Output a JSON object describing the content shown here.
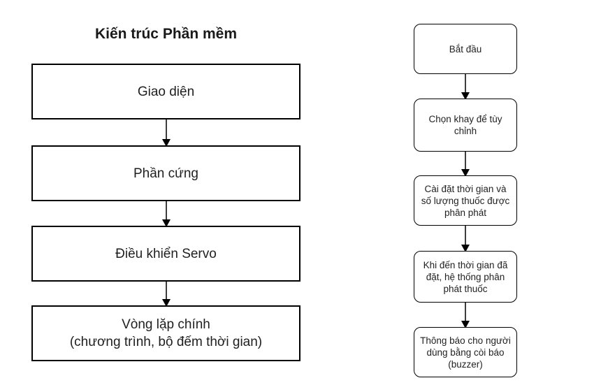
{
  "colors": {
    "background": "#ffffff",
    "box_border": "#000000",
    "text": "#1f1f1f",
    "arrow": "#000000"
  },
  "left_chart": {
    "title": "Kiến trúc Phần mềm",
    "boxes": [
      {
        "label": "Giao diện"
      },
      {
        "label": "Phần cứng"
      },
      {
        "label": "Điều khiển Servo"
      },
      {
        "label": "Vòng lặp chính\n(chương trình, bộ đếm thời gian)"
      }
    ]
  },
  "right_chart": {
    "boxes": [
      {
        "label": "Bắt đầu"
      },
      {
        "label": "Chọn khay để tùy chỉnh"
      },
      {
        "label": "Cài đặt thời gian và số lượng thuốc được phân phát"
      },
      {
        "label": "Khi đến thời gian đã đặt, hệ thống phân phát thuốc"
      },
      {
        "label": "Thông báo cho người dùng bằng còi báo (buzzer)"
      }
    ]
  }
}
